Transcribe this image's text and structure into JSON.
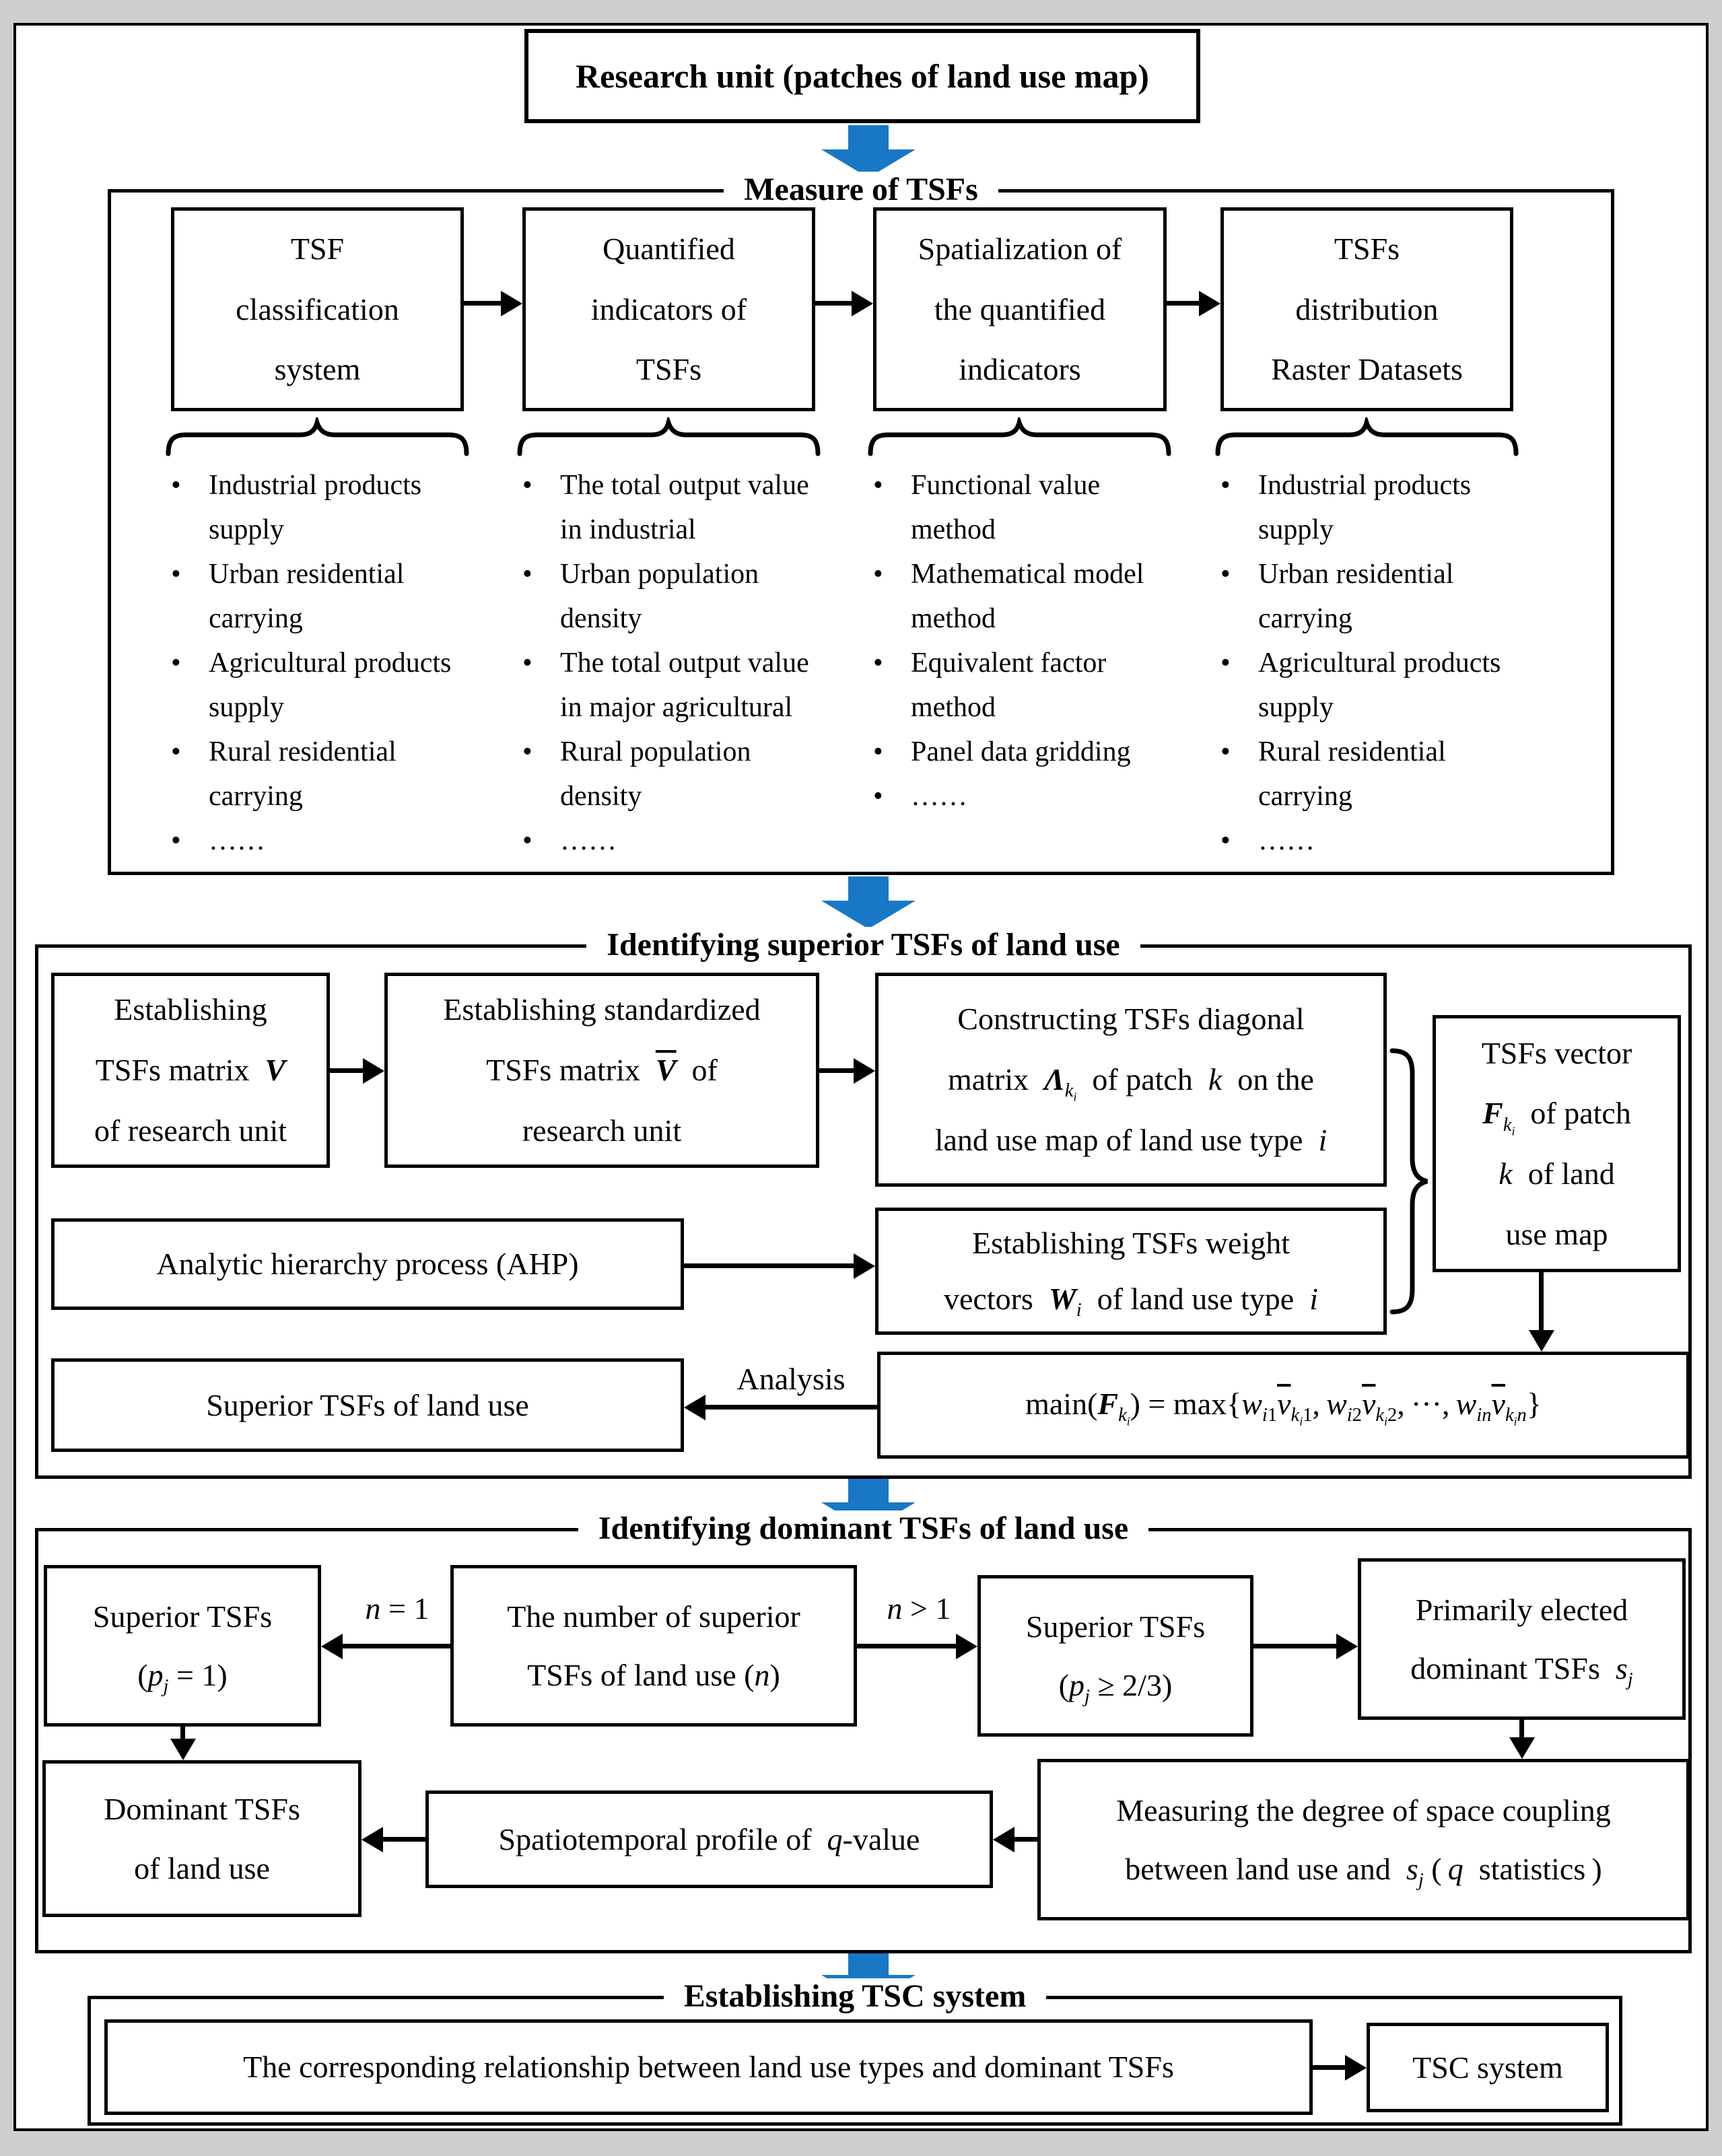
{
  "colors": {
    "accent_blue": "#1878C6"
  },
  "top_box": {
    "label": "Research unit (patches of land use map)"
  },
  "measure": {
    "title": "Measure of TSFs",
    "box_labels_html": [
      "TSF<br>classification<br>system",
      "Quantified<br>indicators of<br>TSFs",
      "Spatialization of<br>the quantified<br>indicators",
      "TSFs<br>distribution<br>Raster Datasets"
    ],
    "lists": [
      [
        "Industrial products supply",
        "Urban residential carrying",
        "Agricultural products supply",
        "Rural residential carrying",
        "……"
      ],
      [
        "The total output value in industrial",
        "Urban population density",
        "The total output value in major agricultural",
        "Rural population density",
        "……"
      ],
      [
        "Functional value method",
        "Mathematical model method",
        "Equivalent factor method",
        "Panel data gridding",
        "……"
      ],
      [
        "Industrial products supply",
        "Urban residential carrying",
        "Agricultural products supply",
        "Rural residential carrying",
        "……"
      ]
    ]
  },
  "superior": {
    "title": "Identifying superior TSFs of land use",
    "matrix_box_html": "Establishing<br>TSFs matrix&nbsp; <b><i>V</i></b><br>of research unit",
    "standardized_box_html": "Establishing standardized<br>TSFs matrix&nbsp; <span class=\"ov\"><b><i>V</i></b></span>&nbsp; of<br>research unit",
    "diagonal_box_html": "Constructing TSFs diagonal<br>matrix&nbsp; <b><i>Λ</i></b><sub><i>k</i><sub><i>i</i></sub></sub>&nbsp; of patch&nbsp; <i>k</i>&nbsp; on the<br>land use map of land use type&nbsp; <i>i</i>",
    "vector_box_html": "TSFs vector<br><b><i>F</i></b><sub><i>k</i><sub><i>i</i></sub></sub>&nbsp; of patch<br><i>k</i>&nbsp; of land<br>use map",
    "ahp_box": "Analytic hierarchy process (AHP)",
    "weight_box_html": "Establishing TSFs weight<br>vectors&nbsp; <b><i>W</i></b><sub><i>i</i></sub>&nbsp; of land use type&nbsp; <i>i</i>",
    "superior_box": "Superior TSFs of land use",
    "analysis_label": "Analysis",
    "formula_html": "main(<b><i>F</i></b><sub><i>k</i><sub><i>i</i></sub></sub>) = max{<i>w</i><sub><i>i</i>1</sub><span class=\"ov\"><i>v</i></span><sub><i>k</i><sub><i>i</i></sub>1</sub>,&thinsp;<i>w</i><sub><i>i</i>2</sub><span class=\"ov\"><i>v</i></span><sub><i>k</i><sub><i>i</i></sub>2</sub>,&thinsp;···,&thinsp;<i>w</i><sub><i>in</i></sub><span class=\"ov\"><i>v</i></span><sub><i>k</i><sub><i>i</i></sub><i>n</i></sub>}"
  },
  "dominant": {
    "title": "Identifying dominant TSFs of land use",
    "superior_n1_html": "Superior TSFs<br>(<i>p</i><sub><i>j</i></sub> = 1)",
    "n_eq_label_html": "<i>n</i> = 1",
    "number_box_html": "The number of superior<br>TSFs of land use (<i>n</i>)",
    "n_gt_label_html": "<i>n</i> &gt; 1",
    "superior_p23_html": "Superior TSFs<br>(<i>p</i><sub><i>j</i></sub> ≥ 2/3)",
    "primarily_box_html": "Primarily elected<br>dominant TSFs&nbsp; <i>s</i><sub><i>j</i></sub>",
    "dominant_box_html": "Dominant TSFs<br>of land use",
    "spatiotemporal_box_html": "Spatiotemporal profile of&nbsp; <i>q</i>-value",
    "measuring_box_html": "Measuring the degree of space coupling<br>between land use and&nbsp; <i>s</i><sub><i>j</i></sub>&nbsp;(&thinsp;<i>q</i>&nbsp; statistics&thinsp;)"
  },
  "tsc": {
    "title": "Establishing TSC system",
    "relation_box": "The corresponding relationship between land use types and dominant TSFs",
    "system_box": "TSC system"
  }
}
